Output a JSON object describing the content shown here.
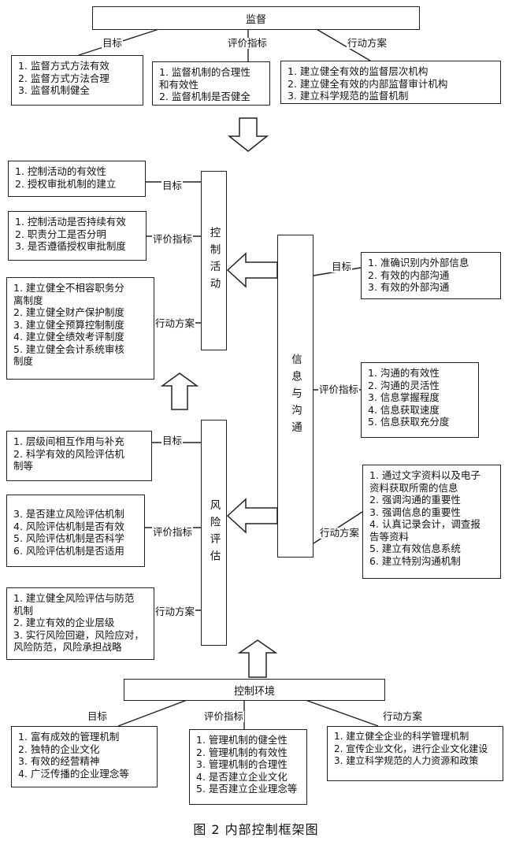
{
  "supervision": {
    "title": "监督",
    "goal_label": "目标",
    "goals": [
      "1. 监督方式方法有效",
      "2. 监督方式方法合理",
      "3. 监督机制健全"
    ],
    "indicator_label": "评价指标",
    "indicators": [
      "1. 监督机制的合理性",
      "和有效性",
      "2. 监督机制是否健全"
    ],
    "action_label": "行动方案",
    "actions": [
      "1. 建立健全有效的监督层次机构",
      "2. 建立健全有效的内部监督审计机构",
      "3. 建立科学规范的监督机制"
    ]
  },
  "control_activity": {
    "title": "控制活动",
    "goal_label": "目标",
    "goals": [
      "1. 控制活动的有效性",
      "2. 授权审批机制的建立"
    ],
    "indicator_label": "评价指标",
    "indicators": [
      "1. 控制活动是否持续有效",
      "2. 职责分工是否分明",
      "3. 是否遵循授权审批制度"
    ],
    "action_label": "行动方案",
    "actions": [
      "1. 建立健全不相容职务分",
      "离制度",
      "2. 建立健全财产保护制度",
      "3. 建立健全预算控制制度",
      "4. 建立健全绩效考评制度",
      "5. 建立健全会计系统审核",
      "制度"
    ]
  },
  "info_comm": {
    "title": "信息与沟通",
    "goal_label": "目标",
    "goals": [
      "1. 准确识别内外部信息",
      "2. 有效的内部沟通",
      "3. 有效的外部沟通"
    ],
    "indicator_label": "评价指标",
    "indicators": [
      "1. 沟通的有效性",
      "2. 沟通的灵活性",
      "3. 信息掌握程度",
      "4. 信息获取速度",
      "5. 信息获取充分度"
    ],
    "action_label": "行动方案",
    "actions": [
      "1. 通过文字资料以及电子",
      "资料获取所需的信息",
      "2. 强调沟通的重要性",
      "3. 强调信息的重要性",
      "4. 认真记录会计，调查报",
      "告等资料",
      "5. 建立有效信息系统",
      "6. 建立特别沟通机制"
    ]
  },
  "risk_assessment": {
    "title": "风险评估",
    "goal_label": "目标",
    "goals": [
      "1. 层级间相互作用与补充",
      "2. 科学有效的风险评估机",
      "制等"
    ],
    "indicator_label": "评价指标",
    "indicators": [
      "3. 是否建立风险评估机制",
      "4. 风险评估机制是否有效",
      "5. 风险评估机制是否科学",
      "6. 风险评估机制是否适用"
    ],
    "action_label": "行动方案",
    "actions": [
      "1. 建立健全风险评估与防范",
      "机制",
      "2. 建立有效的企业层级",
      "3. 实行风险回避，风险应对，",
      "风险防范，风险承担战略"
    ]
  },
  "control_env": {
    "title": "控制环境",
    "goal_label": "目标",
    "goals": [
      "1. 富有成效的管理机制",
      "2. 独特的企业文化",
      "3. 有效的经营精神",
      "4. 广泛传播的企业理念等"
    ],
    "indicator_label": "评价指标",
    "indicators": [
      "1. 管理机制的健全性",
      "2. 管理机制的有效性",
      "3. 管理机制的合理性",
      "4. 是否建立企业文化",
      "5. 是否建立企业理念等"
    ],
    "action_label": "行动方案",
    "actions": [
      "1. 建立健全企业的科学管理机制",
      "2. 宣传企业文化，进行企业文化建设",
      "3. 建立科学规范的人力资源和政策"
    ]
  },
  "caption": "图 2  内部控制框架图"
}
